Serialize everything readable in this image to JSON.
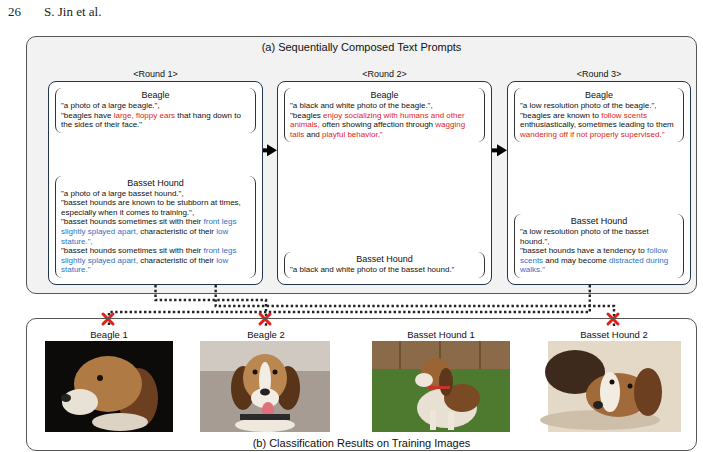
{
  "diagram": {
    "nodes": [
      {
        "text": [
          "(a) Sequentially Composed Text Prompts"
        ]
      },
      {
        "text": [
          "<Round 1>",
          "Beagle",
          "\"a photo of a large beagle.\",",
          "\"beagles have large, floppy ears that hang down to the sides of their face.\"",
          "Basset Hound",
          "\"a photo of a large basset hound.\",",
          "\"basset hounds are known to be stubborn at times, especially when it comes to training.\",",
          "\"basset hounds sometimes sit with their front legs slightly splayed apart, characteristic of their low stature.\",",
          "\"basset hounds sometimes sit with their front legs slightly splayed apart, characteristic of their low stature.\""
        ],
        "in": 0
      },
      {
        "text": [
          "<Round 2>",
          "Beagle",
          "\"a black and white photo of the beagle.\",",
          "\"beagles enjoy socializing with humans and other animals, often showing affection through wagging tails and playful behavior.\"",
          "Basset Hound",
          "\"a black and white photo of the basset hound.\""
        ],
        "in": 0
      },
      {
        "text": [
          "<Round 3>",
          "Beagle",
          "\"a low resolution photo of the beagle.\",",
          "\"beagles are known to follow scents enthusiastically, sometimes leading to them wandering off if not properly supervised.\"",
          "Basset Hound",
          "\"a low resolution photo of the basset hound.\",",
          "\"basset hounds have a tendency to follow scents and may become distracted during walks.\""
        ],
        "in": 0
      },
      {
        "text": [
          "(b) Classification Results on Training Images"
        ]
      },
      {
        "text": [
          "Beagle 1"
        ],
        "in": 4
      },
      {
        "text": [
          "Beagle 2"
        ],
        "in": 4
      },
      {
        "text": [
          "Basset Hound 1"
        ],
        "in": 4
      },
      {
        "text": [
          "Basset Hound 2"
        ],
        "in": 4
      }
    ],
    "edges": [
      {
        "from": 1,
        "to": 2,
        "arrow": "to"
      },
      {
        "from": 2,
        "to": 3,
        "arrow": "to"
      },
      {
        "from": 1,
        "to": 6,
        "arrow": "none"
      },
      {
        "from": 1,
        "to": 8,
        "arrow": "none"
      },
      {
        "from": 3,
        "to": 5,
        "arrow": "none"
      }
    ],
    "labels": [
      "26",
      "S. Jin et al."
    ]
  }
}
